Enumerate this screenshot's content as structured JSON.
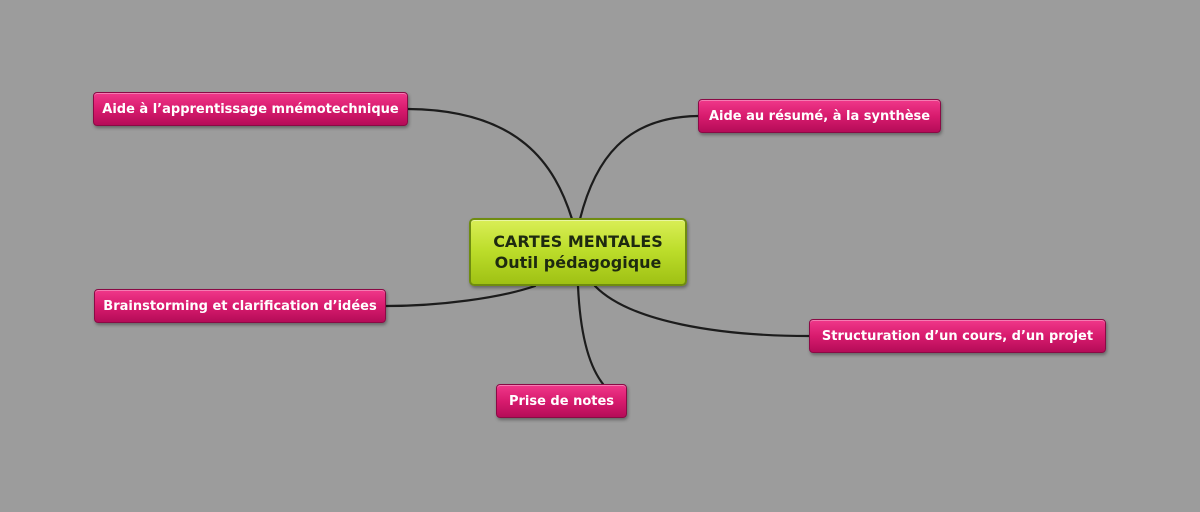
{
  "mindmap": {
    "central": {
      "line1": "CARTES MENTALES",
      "line2": "Outil pédagogique"
    },
    "branches": {
      "memorization": "Aide à l’apprentissage mnémotechnique",
      "summary": "Aide au résumé, à la synthèse",
      "brainstorming": "Brainstorming et clarification d’idées",
      "structuring": "Structuration d’un cours, d’un projet",
      "notes": "Prise de notes"
    }
  },
  "colors": {
    "background": "#9c9c9c",
    "central_node": "#bcdd2a",
    "branch_node": "#d81b6e",
    "branch_text": "#ffffff",
    "connector": "#1c1c1c"
  }
}
